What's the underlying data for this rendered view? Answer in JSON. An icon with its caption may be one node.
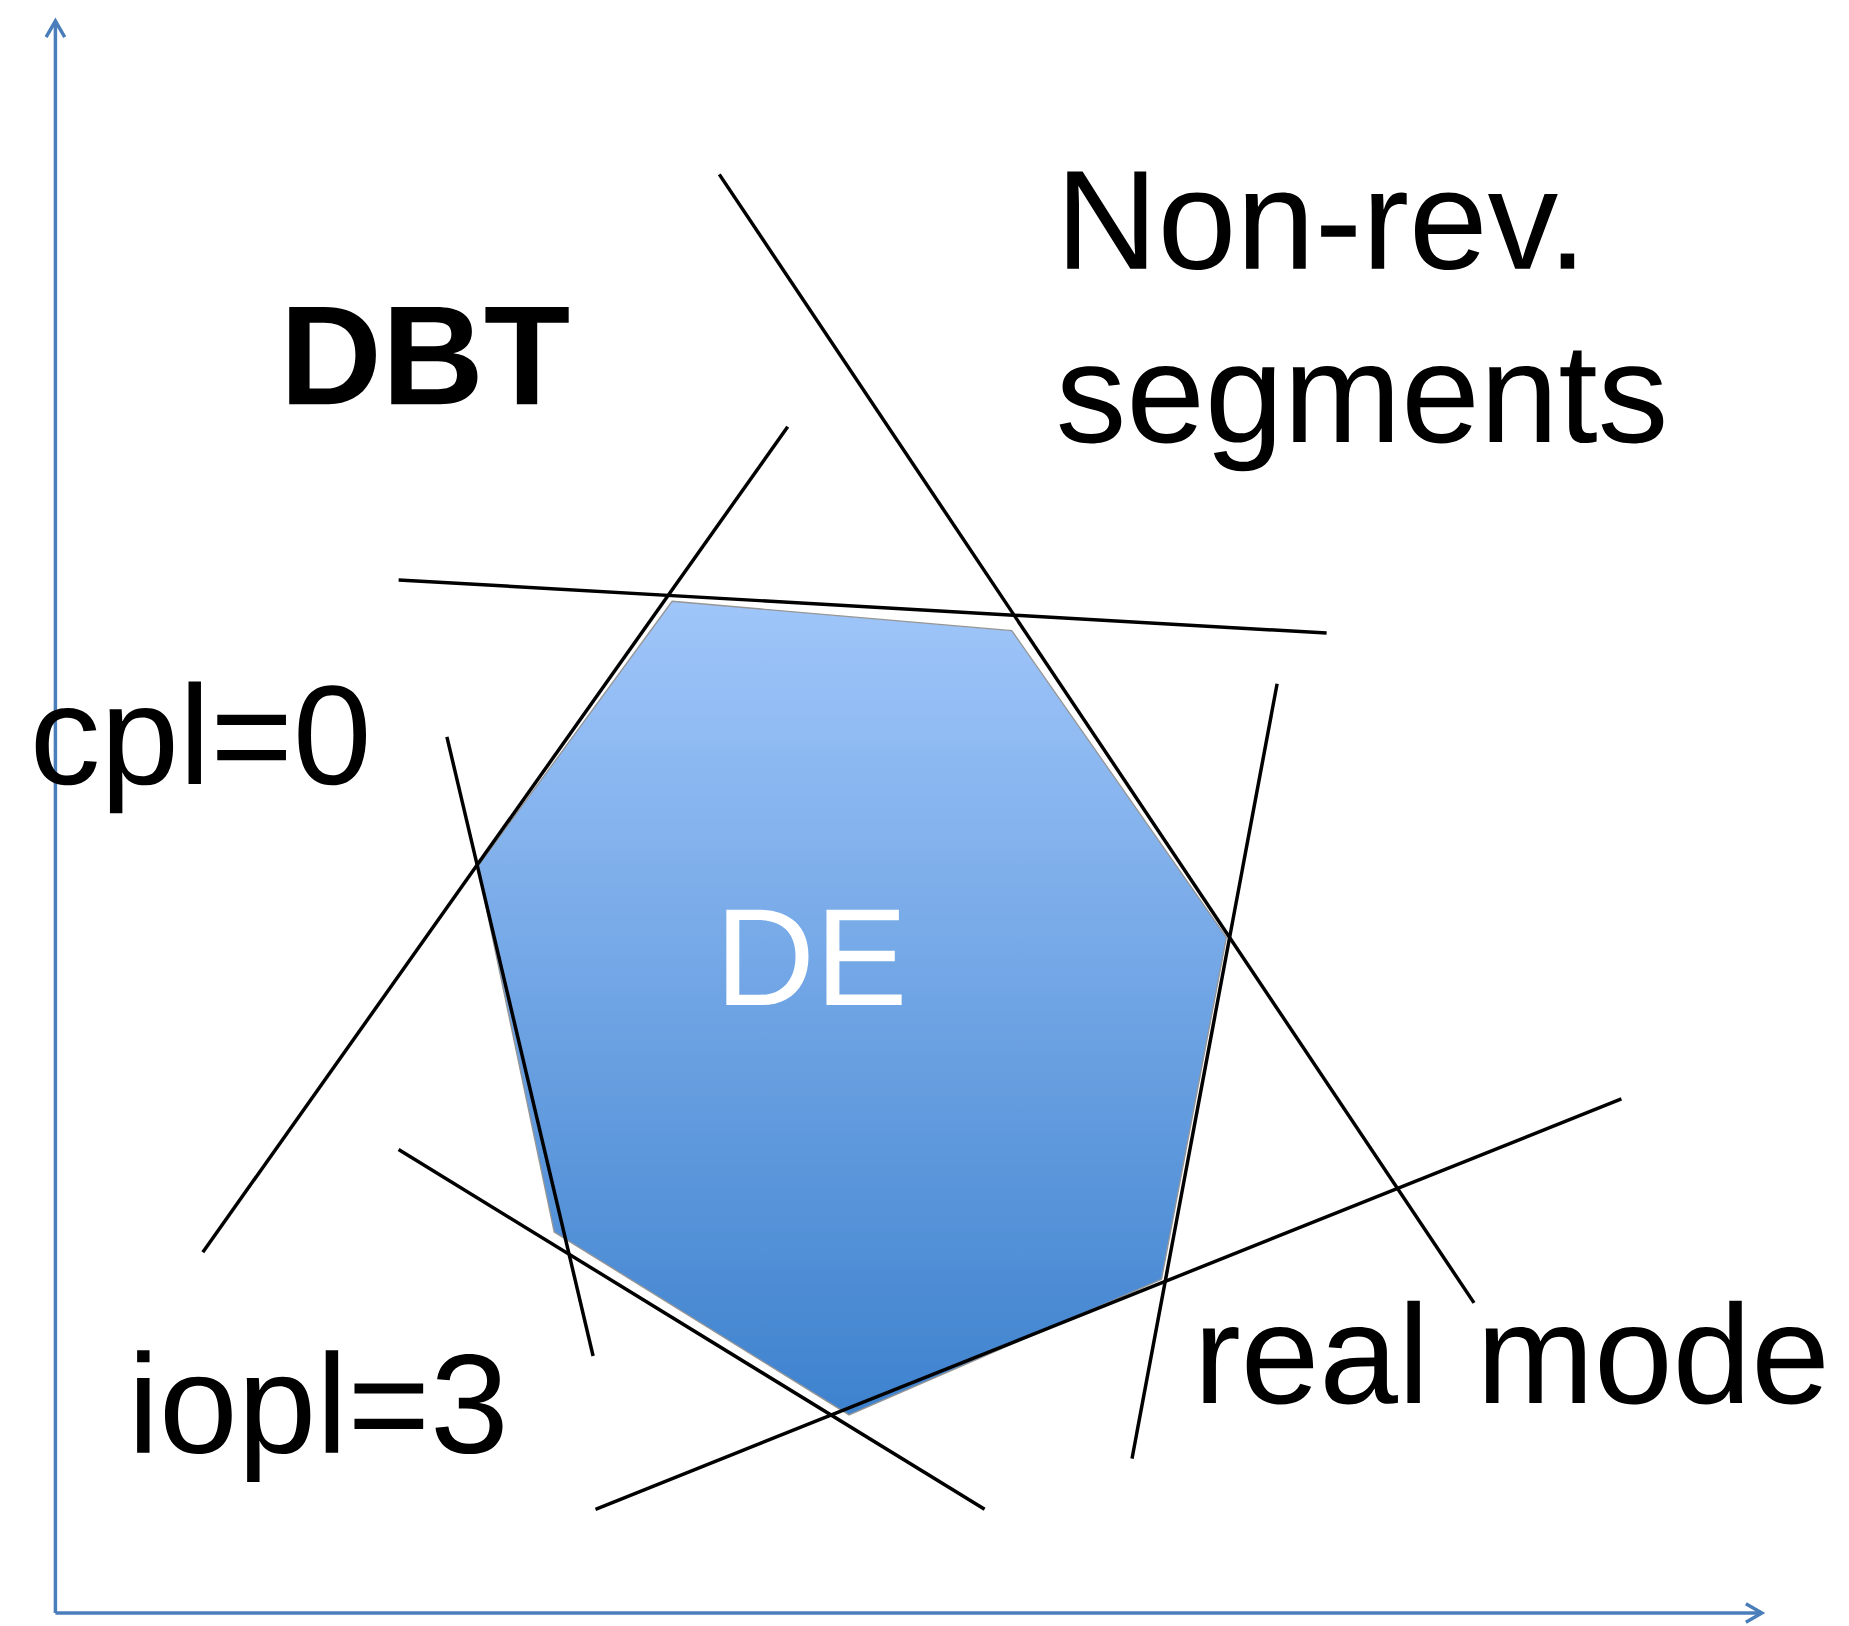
{
  "diagram": {
    "nodes": [
      {
        "text": [
          "DE"
        ]
      }
    ],
    "labels": [
      "Non-rev. segments",
      "DBT",
      "cpl=0",
      "iopl=3",
      "real mode"
    ]
  }
}
